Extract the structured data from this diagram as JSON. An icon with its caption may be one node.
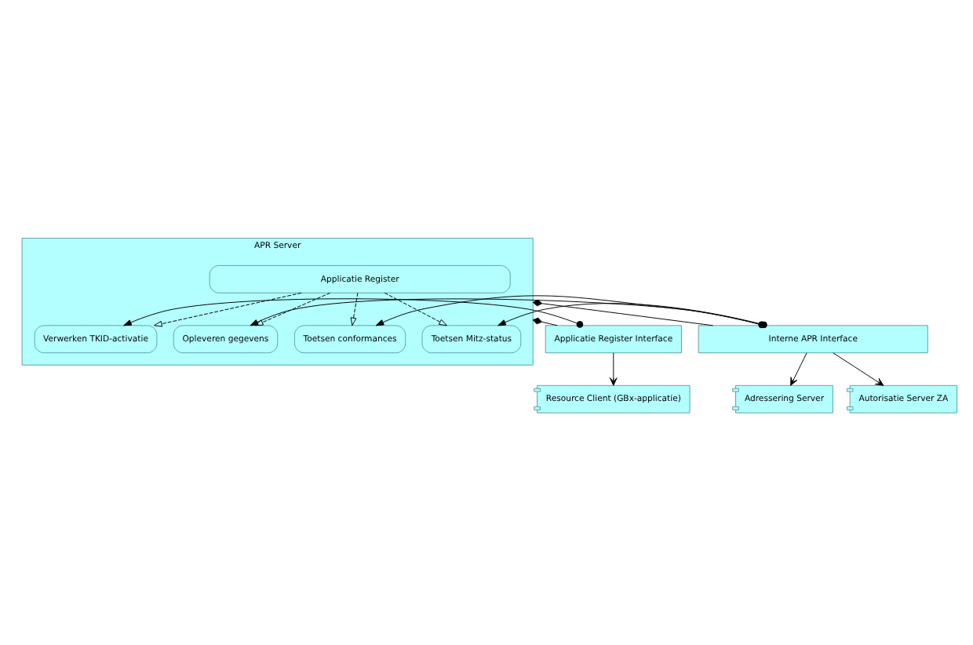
{
  "diagram": {
    "nodes": [
      {
        "text": [
          "APR Server"
        ]
      },
      {
        "text": [
          "Applicatie Register"
        ],
        "in": 0
      },
      {
        "text": [
          "Verwerken TKID-activatie"
        ],
        "in": 0
      },
      {
        "text": [
          "Opleveren gegevens"
        ],
        "in": 0
      },
      {
        "text": [
          "Toetsen conformances"
        ],
        "in": 0
      },
      {
        "text": [
          "Toetsen Mitz-status"
        ],
        "in": 0
      },
      {
        "text": [
          "Applicatie Register Interface"
        ]
      },
      {
        "text": [
          "Interne APR Interface"
        ]
      },
      {
        "text": [
          "Resource Client (GBx-applicatie)"
        ]
      },
      {
        "text": [
          "Adressering Server"
        ]
      },
      {
        "text": [
          "Autorisatie Server ZA"
        ]
      }
    ],
    "edges": [
      {
        "from": 1,
        "to": 2,
        "arrow": "to",
        "style": "dashed"
      },
      {
        "from": 1,
        "to": 3,
        "arrow": "to",
        "style": "dashed"
      },
      {
        "from": 1,
        "to": 4,
        "arrow": "to",
        "style": "dashed"
      },
      {
        "from": 1,
        "to": 5,
        "arrow": "to",
        "style": "dashed"
      },
      {
        "from": 6,
        "to": 2,
        "arrow": "to"
      },
      {
        "from": 0,
        "to": 6,
        "arrow": "other"
      },
      {
        "from": 7,
        "to": 3,
        "arrow": "to"
      },
      {
        "from": 7,
        "to": 4,
        "arrow": "to"
      },
      {
        "from": 0,
        "to": 7,
        "arrow": "other"
      },
      {
        "from": 7,
        "to": 5,
        "arrow": "to"
      },
      {
        "from": 6,
        "to": 8,
        "arrow": "to"
      },
      {
        "from": 7,
        "to": 9,
        "arrow": "to"
      },
      {
        "from": 7,
        "to": 10,
        "arrow": "to"
      }
    ]
  }
}
